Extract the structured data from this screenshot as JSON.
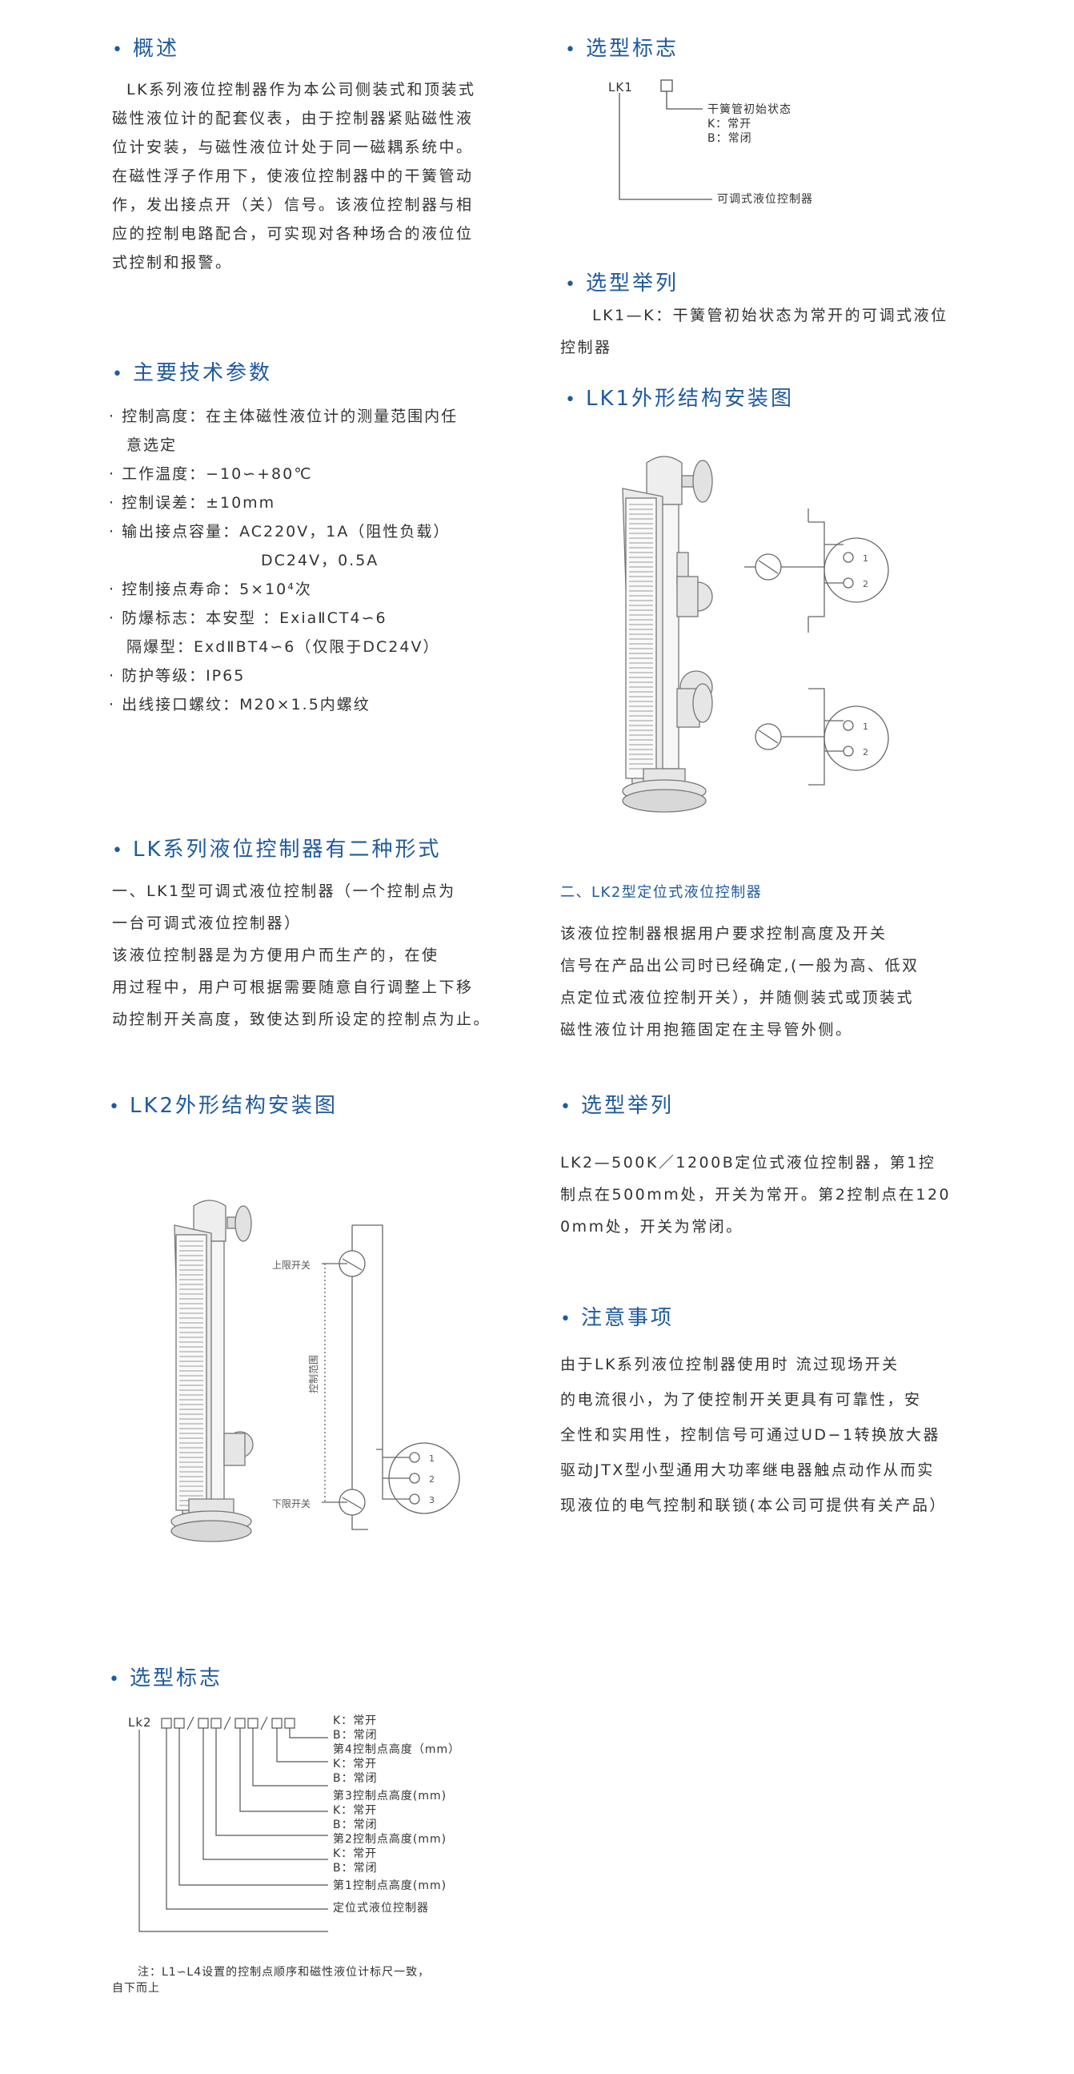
{
  "overview": {
    "title": "概述",
    "body": [
      "LK系列液位控制器作为本公司侧装式和顶装式",
      "磁性液位计的配套仪表，由于控制器紧贴磁性液",
      "位计安装，与磁性液位计处于同一磁耦系统中。",
      "在磁性浮子作用下，使液位控制器中的干簧管动",
      "作，发出接点开（关）信号。该液位控制器与相",
      "应的控制电路配合，可实现对各种场合的液位位",
      "式控制和报警。"
    ]
  },
  "selection_mark_1": {
    "title": "选型标志",
    "model": "LK1",
    "state_label": "干簧管初始状态",
    "k": "K：常开",
    "b": "B：常闭",
    "desc": "可调式液位控制器"
  },
  "selection_example_1": {
    "title": "选型举列",
    "body": [
      "LK1—K：干簧管初始状态为常开的可调式液位",
      "控制器"
    ]
  },
  "params": {
    "title": "主要技术参数",
    "items": [
      "· 控制高度：在主体磁性液位计的测量范围内任",
      "  意选定",
      "· 工作温度：−10∽+80℃",
      "· 控制误差：±10mm",
      "· 输出接点容量：AC220V，1A（阻性负载）",
      "                DC24V，0.5A",
      "· 控制接点寿命：5×10⁴次",
      "· 防爆标志：本安型 ：ExiaⅡCT4∽6",
      "  隔爆型：ExdⅡBT4∽6（仅限于DC24V）",
      "· 防护等级：IP65",
      "· 出线接口螺纹：M20×1.5内螺纹"
    ]
  },
  "lk1_diagram": {
    "title": "LK1外形结构安装图",
    "pin1": "1",
    "pin2": "2"
  },
  "forms": {
    "title": "LK系列液位控制器有二种形式",
    "body": [
      "    一、LK1型可调式液位控制器（一个控制点为",
      "一台可调式液位控制器）",
      "    该液位控制器是为方便用户而生产的，在使",
      "用过程中，用户可根据需要随意自行调整上下移",
      "动控制开关高度，致使达到所设定的控制点为止。"
    ]
  },
  "lk2_fixed": {
    "title": "二、LK2型定位式液位控制器",
    "body": [
      "    该液位控制器根据用户要求控制高度及开关",
      "信号在产品出公司时已经确定,(一般为高、低双",
      "点定位式液位控制开关），并随侧装式或顶装式",
      "磁性液位计用抱箍固定在主导管外侧。"
    ]
  },
  "lk2_diagram": {
    "title": "LK2外形结构安装图",
    "upper": "上限开关",
    "lower": "下限开关",
    "range": "控制范围",
    "pins": [
      "1",
      "2",
      "3"
    ]
  },
  "selection_example_2": {
    "title": "选型举列",
    "body": [
      "    LK2—500K／1200B定位式液位控制器，第1控",
      "制点在500mm处，开关为常开。第2控制点在120",
      "0mm处，开关为常闭。"
    ]
  },
  "notes": {
    "title": "注意事项",
    "body": [
      "    由于LK系列液位控制器使用时 流过现场开关",
      "的电流很小，为了使控制开关更具有可靠性，安",
      "全性和实用性，控制信号可通过UD−1转换放大器",
      "驱动JTX型小型通用大功率继电器触点动作从而实",
      "现液位的电气控制和联锁(本公司可提供有关产品）"
    ]
  },
  "selection_mark_2": {
    "title": "选型标志",
    "model": "Lk2",
    "lines": [
      "K：常开",
      "B：常闭",
      "第4控制点高度（mm）",
      "K：常开",
      "B：常闭",
      "第3控制点高度(mm)",
      "K：常开",
      "B：常闭",
      "第2控制点高度(mm)",
      "K：常开",
      "B：常闭",
      "第1控制点高度(mm)",
      "定位式液位控制器"
    ],
    "note1": "注：L1∽L4设置的控制点顺序和磁性液位计标尺一致，",
    "note2": "自下而上"
  }
}
